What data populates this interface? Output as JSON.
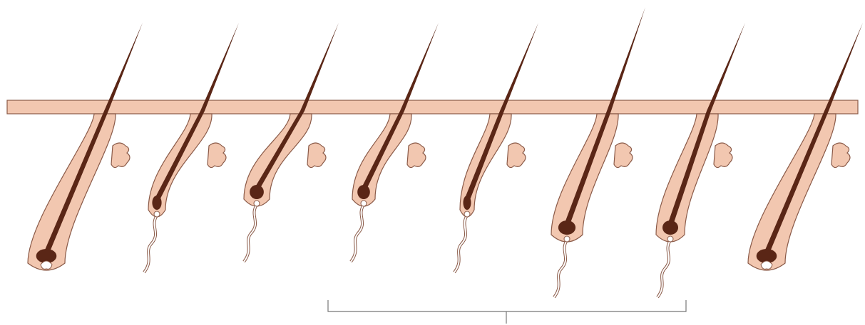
{
  "diagram": {
    "description_visible_text": [],
    "colors": {
      "skin": "#f2c7b0",
      "skin_outline": "#8a5a48",
      "hair": "#5a2616",
      "papilla": "#ffffff",
      "bracket": "#777777"
    },
    "stages": [
      {
        "id": "anagen-1",
        "shape": "full-follicle"
      },
      {
        "id": "anagen-2",
        "shape": "coiled-papilla"
      },
      {
        "id": "catagen-1",
        "shape": "club-papilla"
      },
      {
        "id": "catagen-2",
        "shape": "regressing"
      },
      {
        "id": "catagen-3",
        "shape": "regressing-short"
      },
      {
        "id": "telogen-1",
        "shape": "club-new-germ"
      },
      {
        "id": "telogen-2",
        "shape": "new-anagen-start"
      },
      {
        "id": "anagen-3",
        "shape": "full-follicle"
      }
    ],
    "bracket": {
      "spans_stages": [
        "catagen-2",
        "telogen-2"
      ]
    }
  }
}
